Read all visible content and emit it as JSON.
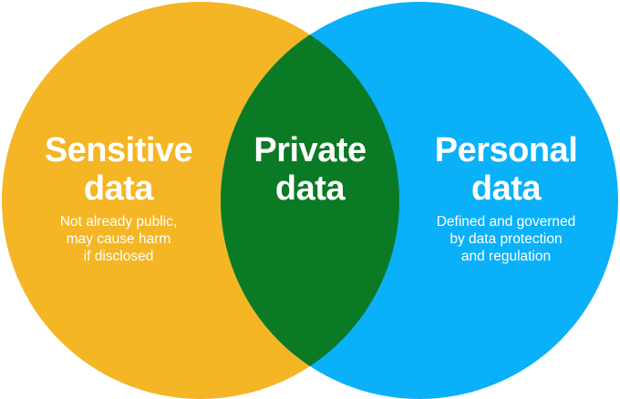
{
  "colors": {
    "sensitive": "#f4b624",
    "personal": "#0ab1f8",
    "overlap": "#0b7a25",
    "text": "#ffffff"
  },
  "sensitive": {
    "title_line1": "Sensitive",
    "title_line2": "data",
    "desc_line1": "Not already public,",
    "desc_line2": "may cause harm",
    "desc_line3": "if disclosed"
  },
  "private": {
    "title_line1": "Private",
    "title_line2": "data"
  },
  "personal": {
    "title_line1": "Personal",
    "title_line2": "data",
    "desc_line1": "Defined and governed",
    "desc_line2": "by data protection",
    "desc_line3": "and regulation"
  }
}
